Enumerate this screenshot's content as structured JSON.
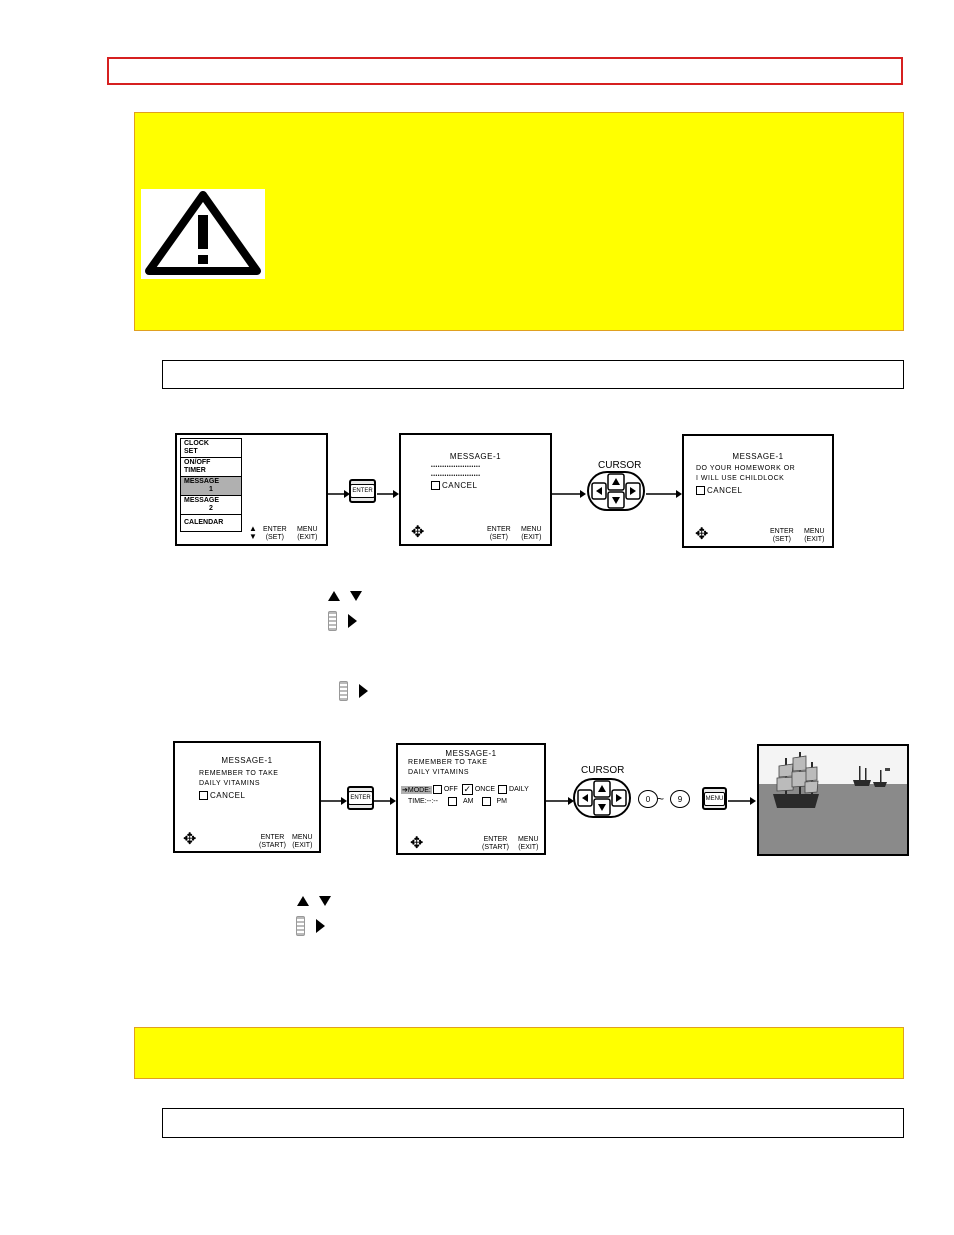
{
  "screen1": {
    "menu": [
      {
        "line1": "CLOCK",
        "line2": "SET"
      },
      {
        "line1": "ON/OFF",
        "line2": "TIMER"
      },
      {
        "line1": "MESSAGE",
        "line2": "1"
      },
      {
        "line1": "MESSAGE",
        "line2": "2"
      },
      {
        "line1": "CALENDAR",
        "line2": ""
      }
    ],
    "enter_label": "ENTER",
    "enter_sub": "(SET)",
    "menu_label": "MENU",
    "menu_sub": "(EXIT)"
  },
  "enter_button": "ENTER",
  "screen2": {
    "title": "MESSAGE-1",
    "dots1": "••••••••••••••••••••••",
    "dots2": "••••••••••••••••••••••",
    "cancel": "CANCEL",
    "enter_label": "ENTER",
    "enter_sub": "(SET)",
    "menu_label": "MENU",
    "menu_sub": "(EXIT)"
  },
  "cursor_label": "CURSOR",
  "screen3": {
    "title": "MESSAGE-1",
    "line1": "DO YOUR HOMEWORK OR",
    "line2": "I WILL USE CHILDLOCK",
    "cancel": "CANCEL",
    "enter_label": "ENTER",
    "enter_sub": "(SET)",
    "menu_label": "MENU",
    "menu_sub": "(EXIT)"
  },
  "screen4": {
    "title": "MESSAGE-1",
    "line1": "REMEMBER  TO  TAKE",
    "line2": "DAILY  VITAMINS",
    "cancel": "CANCEL",
    "enter_label": "ENTER",
    "enter_sub": "(START)",
    "menu_label": "MENU",
    "menu_sub": "(EXIT)"
  },
  "screen5": {
    "title": "MESSAGE-1",
    "line1": "REMEMBER   TO   TAKE",
    "line2": "DAILY   VITAMINS",
    "mode_label": "➔MODE:",
    "off": "OFF",
    "once": "ONCE",
    "daily": "DAILY",
    "time_label": "TIME:--:--",
    "am": "AM",
    "pm": "PM",
    "enter_label": "ENTER",
    "enter_sub": "(START)",
    "menu_label": "MENU",
    "menu_sub": "(EXIT)"
  },
  "cursor_label_2": "CURSOR",
  "digit_from": "0",
  "digit_to": "9",
  "menu_button": "MENU",
  "colors": {
    "warning_bg": "#ffff00",
    "red_border": "#d62020",
    "sea": "#8a8a8a"
  }
}
